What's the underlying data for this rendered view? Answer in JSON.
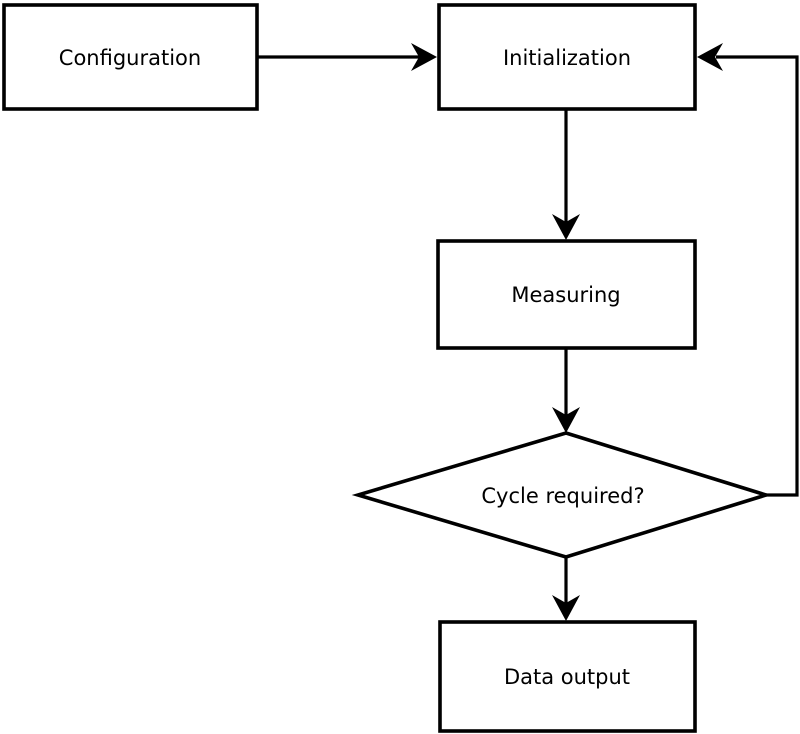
{
  "diagram": {
    "type": "flowchart",
    "background_color": "#ffffff",
    "line_color": "#000000",
    "text_color": "#000000",
    "node_fill_color": "#ffffff",
    "nodes": {
      "configuration": {
        "label": "Configuration",
        "shape": "rectangle"
      },
      "initialization": {
        "label": "Initialization",
        "shape": "rectangle"
      },
      "measuring": {
        "label": "Measuring",
        "shape": "rectangle"
      },
      "cycle_required": {
        "label": "Cycle required?",
        "shape": "diamond"
      },
      "data_output": {
        "label": "Data output",
        "shape": "rectangle"
      }
    },
    "edges": [
      {
        "from": "configuration",
        "to": "initialization",
        "direction": "right"
      },
      {
        "from": "initialization",
        "to": "measuring",
        "direction": "down"
      },
      {
        "from": "measuring",
        "to": "cycle_required",
        "direction": "down"
      },
      {
        "from": "cycle_required",
        "to": "data_output",
        "direction": "down"
      },
      {
        "from": "cycle_required",
        "to": "initialization",
        "direction": "feedback-loop-right"
      }
    ]
  }
}
